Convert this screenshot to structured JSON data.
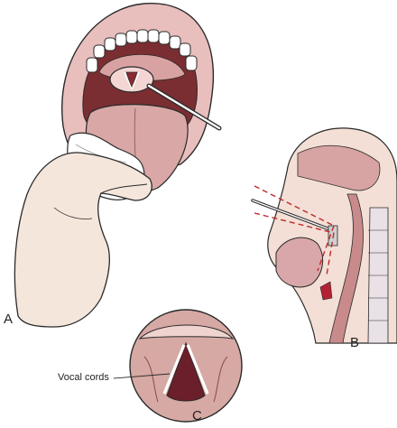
{
  "panels": {
    "a": "A",
    "b": "B",
    "c": "C"
  },
  "callout": "Vocal cords",
  "colors": {
    "lip": "#e6b6b4",
    "tissue": "#d59d9d",
    "dark_tissue": "#8a3b3f",
    "cord": "#b22233",
    "skin": "#f4e3d9",
    "outline": "#2a2a2a",
    "dashed": "#c1272d"
  }
}
